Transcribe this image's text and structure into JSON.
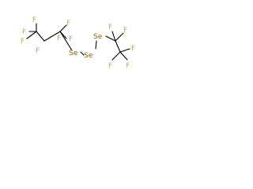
{
  "colors": {
    "bond": "#000000",
    "fluorine": "#90c060",
    "selenium": "#a05a00",
    "background": "#ffffff"
  },
  "atoms": {
    "f_left_upper_1": "F",
    "f_left_upper_2": "F",
    "f_left_upper_3": "F",
    "f_left_mid": "F",
    "f_left_lower_1": "F",
    "f_left_lower_2": "F",
    "f_left_lower_3": "F",
    "se_left": "Se",
    "se_mid": "Se",
    "se_right": "Se",
    "f_right_upper_1": "F",
    "f_right_upper_2": "F",
    "f_right_lower_1": "F",
    "f_right_lower_2": "F",
    "f_right_lower_3": "F"
  }
}
